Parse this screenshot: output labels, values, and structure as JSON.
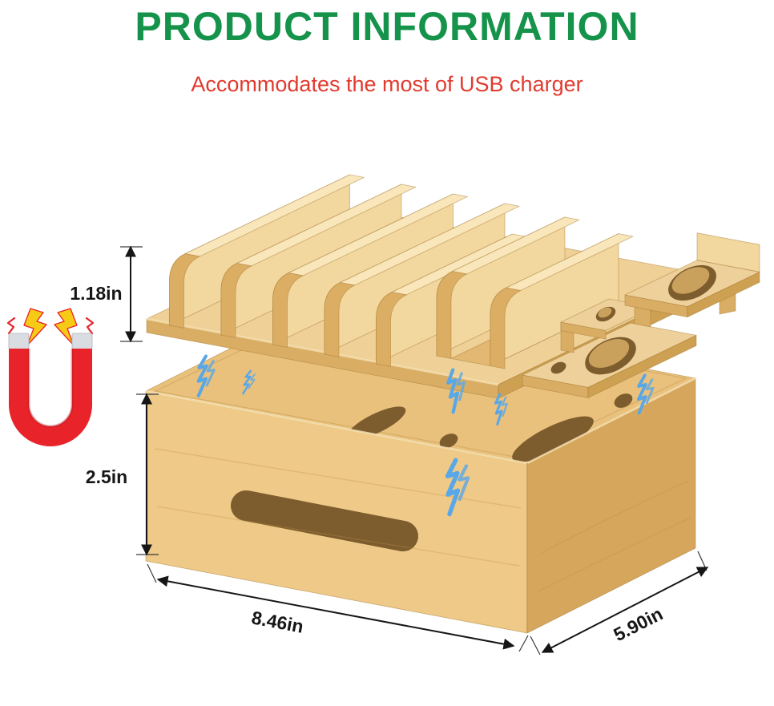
{
  "page": {
    "title": "PRODUCT INFORMATION",
    "subtitle": "Accommodates the most of USB charger"
  },
  "dimensions": {
    "divider_height": "1.18in",
    "box_height": "2.5in",
    "width": "8.46in",
    "depth": "5.90in"
  },
  "icons": [
    "magnet-icon",
    "lightning-bolt-icon",
    "magnetic-spark-icon",
    "dimension-arrow-icon"
  ],
  "colors": {
    "title_green": "#15934b",
    "subtitle_red": "#e23a2e",
    "bamboo_light": "#f2d79e",
    "bamboo_mid": "#e9c17c",
    "bamboo_dark": "#d5a65c",
    "hole_dark": "#7d5c2e",
    "magnet_red": "#e8232a",
    "magnet_tip_gray": "#d9dde1",
    "bolt_yellow": "#f7ca15",
    "spark_blue": "#58a7e8",
    "dimension_black": "#161616"
  }
}
